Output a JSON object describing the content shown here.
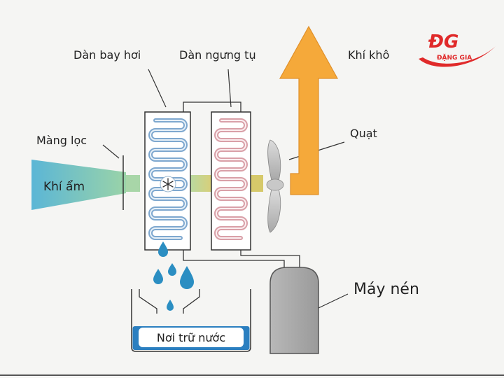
{
  "labels": {
    "evaporator": "Dàn bay hơi",
    "condenser": "Dàn ngưng tụ",
    "dry_air": "Khí khô",
    "filter": "Màng lọc",
    "fan": "Quạt",
    "humid_air": "Khí ẩm",
    "compressor": "Máy nén",
    "water_tank": "Nơi trữ nước"
  },
  "logo": {
    "mark": "ĐG",
    "name": "ĐẶNG GIA"
  },
  "colors": {
    "evaporator_coil": "#7fa8cf",
    "condenser_coil": "#d9a0a8",
    "dry_air_arrow": "#f5a93a",
    "humid_air_start": "#5bb6d6",
    "humid_air_end": "#9ad3a8",
    "water": "#2b8ec2",
    "compressor": "#a8a8a8",
    "logo_red": "#e02a2a"
  },
  "icons": {
    "center": "snowflake-icon"
  }
}
